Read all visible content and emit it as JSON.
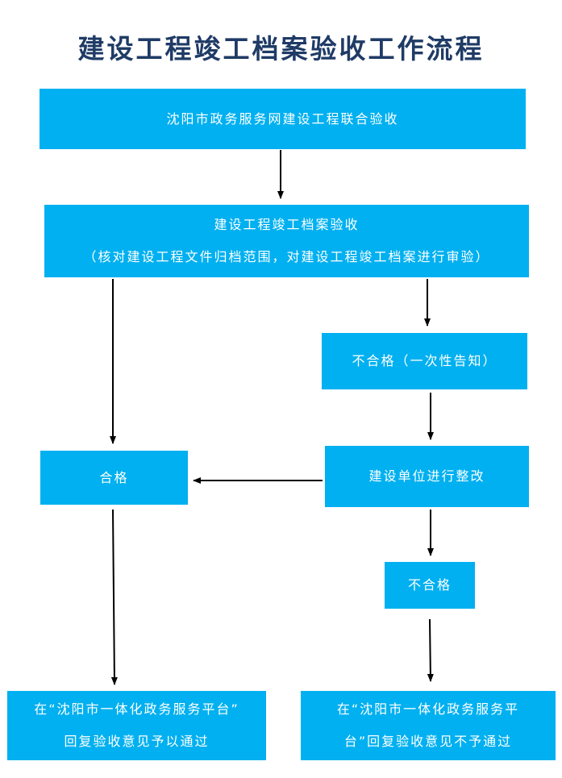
{
  "title": "建设工程竣工档案验收工作流程",
  "colors": {
    "box_fill": "#00b0f0",
    "box_text": "#ffffff",
    "title": "#1f3b66",
    "arrow": "#000000"
  },
  "nodes": {
    "online": "沈阳市政务服务网建设工程联合验收",
    "acceptance_line1": "建设工程竣工档案验收",
    "acceptance_line2": "（核对建设工程文件归档范围，对建设工程竣工档案进行审验）",
    "fail_notice": "不合格（一次性告知）",
    "rectify": "建设单位进行整改",
    "pass": "合格",
    "fail": "不合格",
    "reply_pass_line1": "在“沈阳市一体化政务服务平台”",
    "reply_pass_line2": "回复验收意见予以通过",
    "reply_fail_line1": "在“沈阳市一体化政务服务平",
    "reply_fail_line2": "台”回复验收意见不予通过"
  }
}
